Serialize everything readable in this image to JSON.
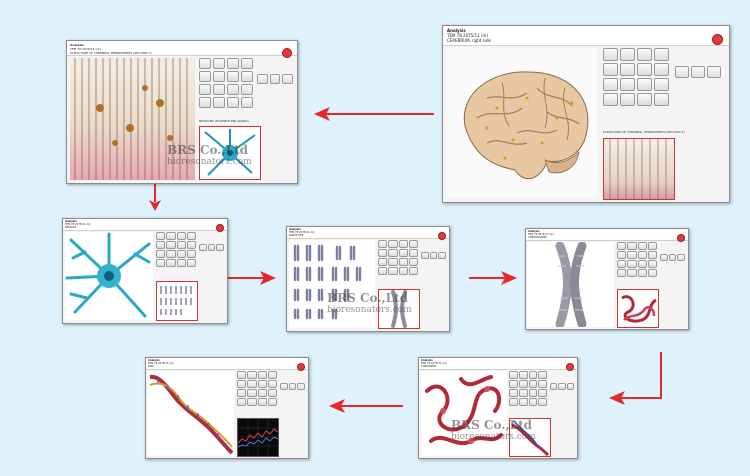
{
  "colors": {
    "background": "#dff1fb",
    "arrow": "#e8262d",
    "record_button": "#e23b3b",
    "window_bg": "#f4f4f4"
  },
  "watermark": {
    "brand": "BRS Co.,Ltd",
    "site": "bioresonators.com"
  },
  "windows": {
    "brain": {
      "title": "Analysis",
      "line2": "TEM 78   2075/11 (rk)",
      "line3": "CEREBRUM, right side",
      "caption": "STRUCTURE OF CEREBRAL HEMISPHERES (SECTION 1)"
    },
    "cortex": {
      "title": "Analysis",
      "line2": "TEM 78   2075/11 (rk)",
      "line3": "STRUCTURE OF CEREBRAL HEMISPHERES (SECTION 1)",
      "caption": "NEURONS (EXAMPLE ENLARGED)"
    },
    "neuron": {
      "title": "Analysis",
      "line2": "TEM 78   2075/11 (rk)",
      "line3": "NEURON"
    },
    "karyotype": {
      "title": "Analysis",
      "line2": "TEM 78   2075/11 (rk)",
      "line3": "KARYOTYPE"
    },
    "chromosome": {
      "title": "Analysis",
      "line2": "TEM 78   2075/11 (rk)",
      "line3": "CHROMOSOME"
    },
    "chromatin": {
      "title": "Analysis",
      "line2": "TEM 78   2075/11 (rk)",
      "line3": "CHROMATIN"
    },
    "dna": {
      "title": "Analysis",
      "line2": "TEM 78   2075/11 (rk)",
      "line3": "DNA"
    }
  }
}
